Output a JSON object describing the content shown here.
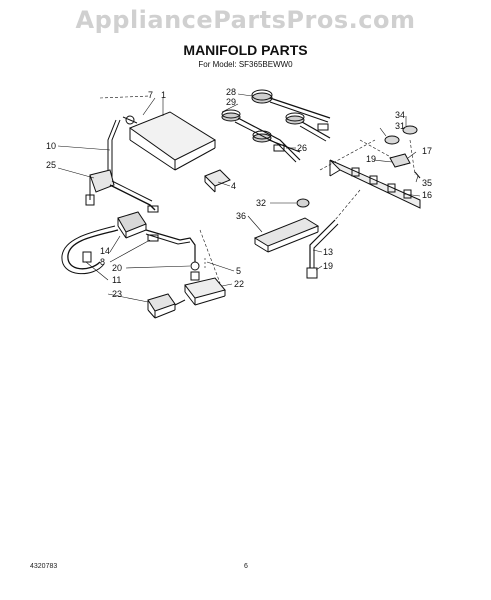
{
  "watermark": "AppliancePartsPros.com",
  "title": "MANIFOLD PARTS",
  "model_line": "For Model: SF365BEWW0",
  "footer": {
    "doc_number": "4320783",
    "page": "6"
  },
  "callouts": {
    "c7": "7",
    "c1": "1",
    "c28": "28",
    "c29": "29",
    "c34": "34",
    "c31": "31",
    "c10": "10",
    "c26": "26",
    "c17": "17",
    "c25": "25",
    "c19a": "19",
    "c4": "4",
    "c35": "35",
    "c32": "32",
    "c16": "16",
    "c36": "36",
    "c14": "14",
    "c8": "8",
    "c13": "13",
    "c5": "5",
    "c19b": "19",
    "c20": "20",
    "c22": "22",
    "c11": "11",
    "c23": "23"
  }
}
